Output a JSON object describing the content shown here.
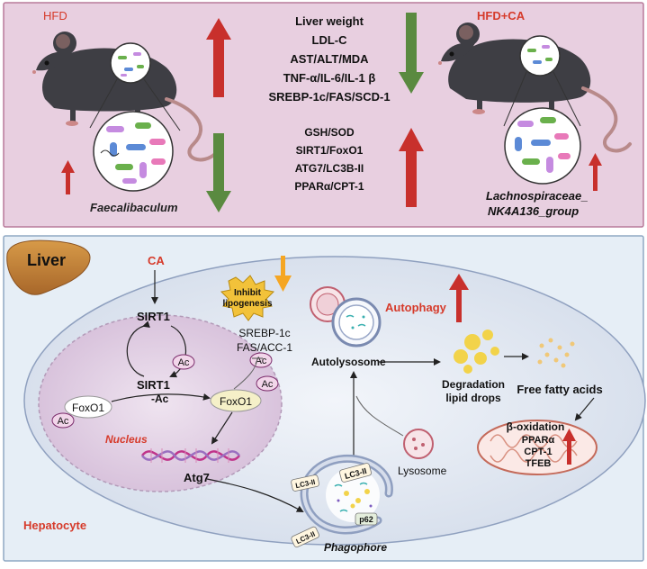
{
  "top_panel": {
    "hfd_label": "HFD",
    "hfdca_label": "HFD+CA",
    "decreased_markers": [
      "Liver weight",
      "LDL-C",
      "AST/ALT/MDA",
      "TNF-α/IL-6/IL-1 β",
      "SREBP-1c/FAS/SCD-1"
    ],
    "increased_markers": [
      "GSH/SOD",
      "SIRT1/FoxO1",
      "ATG7/LC3B-II",
      "PPARα/CPT-1"
    ],
    "left_bacteria": "Faecalibaculum",
    "right_bacteria_line1": "Lachnospiraceae_",
    "right_bacteria_line2": "NK4A136_group"
  },
  "bottom_panel": {
    "liver_label": "Liver",
    "ca_label": "CA",
    "sirt1_top": "SIRT1",
    "sirt1_ac_line1": "SIRT1",
    "sirt1_ac_line2": "-Ac",
    "foxo1_left": "FoxO1",
    "foxo1_right": "FoxO1",
    "ac_tag": "Ac",
    "nucleus_label": "Nucleus",
    "atg7_label": "Atg7",
    "inhibit_line1": "Inhibit",
    "inhibit_line2": "lipogenesis",
    "srebp_label": "SREBP-1c",
    "fas_label": "FAS/ACC-1",
    "autophagy_label": "Autophagy",
    "autolysosome_label": "Autolysosome",
    "degradation_line1": "Degradation",
    "degradation_line2": "lipid drops",
    "free_fatty_acids_label": "Free fatty acids",
    "beta_oxidation_label": "β-oxidation",
    "ppara_label": "PPARα",
    "cpt1_label": "CPT-1",
    "tfeb_label": "TFEB",
    "lysosome_label": "Lysosome",
    "lc3ii_label": "LC3-II",
    "p62_label": "p62",
    "phagophore_label": "Phagophore",
    "hepatocyte_label": "Hepatocyte"
  },
  "colors": {
    "top_bg": "#e8cfe0",
    "top_border": "#b87a9a",
    "bottom_bg": "#e6eef6",
    "bottom_border": "#8fa9c4",
    "cell_bg": "#dfe6f2",
    "red_arrow": "#c8302c",
    "green_arrow": "#5a8a40",
    "red_label": "#d63a2a",
    "mouse": "#3e3e44",
    "nucleus": "#d8c4dc",
    "dna": "#c0348a"
  }
}
